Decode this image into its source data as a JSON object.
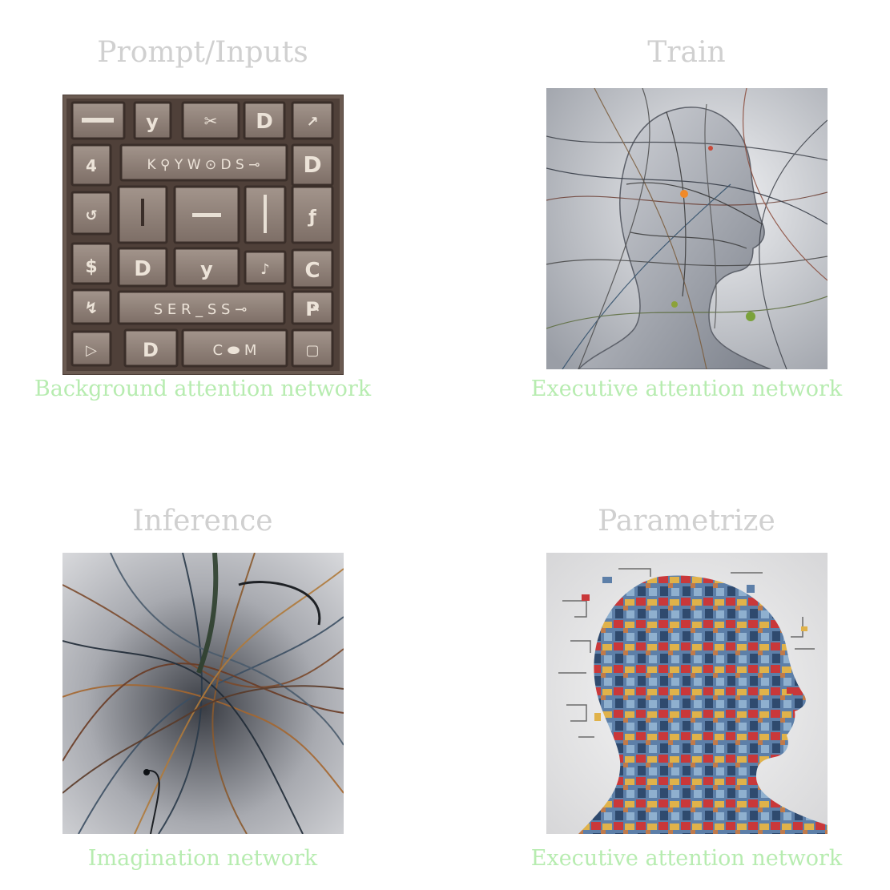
{
  "panels": [
    {
      "title": "Prompt/Inputs",
      "caption": "Background attention network",
      "image_subject": "keyboard-tiles-image",
      "tile_text_row1": "K ⚲ Y W ⊙ D S ⊸",
      "tile_text_row2": "S E  R _ S S ⊸",
      "tile_text_row3": "C ⬬ M"
    },
    {
      "title": "Train",
      "caption": "Executive attention network",
      "image_subject": "wired-head-image"
    },
    {
      "title": "Inference",
      "caption": "Imagination network",
      "image_subject": "tangled-wires-image"
    },
    {
      "title": "Parametrize",
      "caption": "Executive attention network",
      "image_subject": "puzzle-head-image"
    }
  ]
}
